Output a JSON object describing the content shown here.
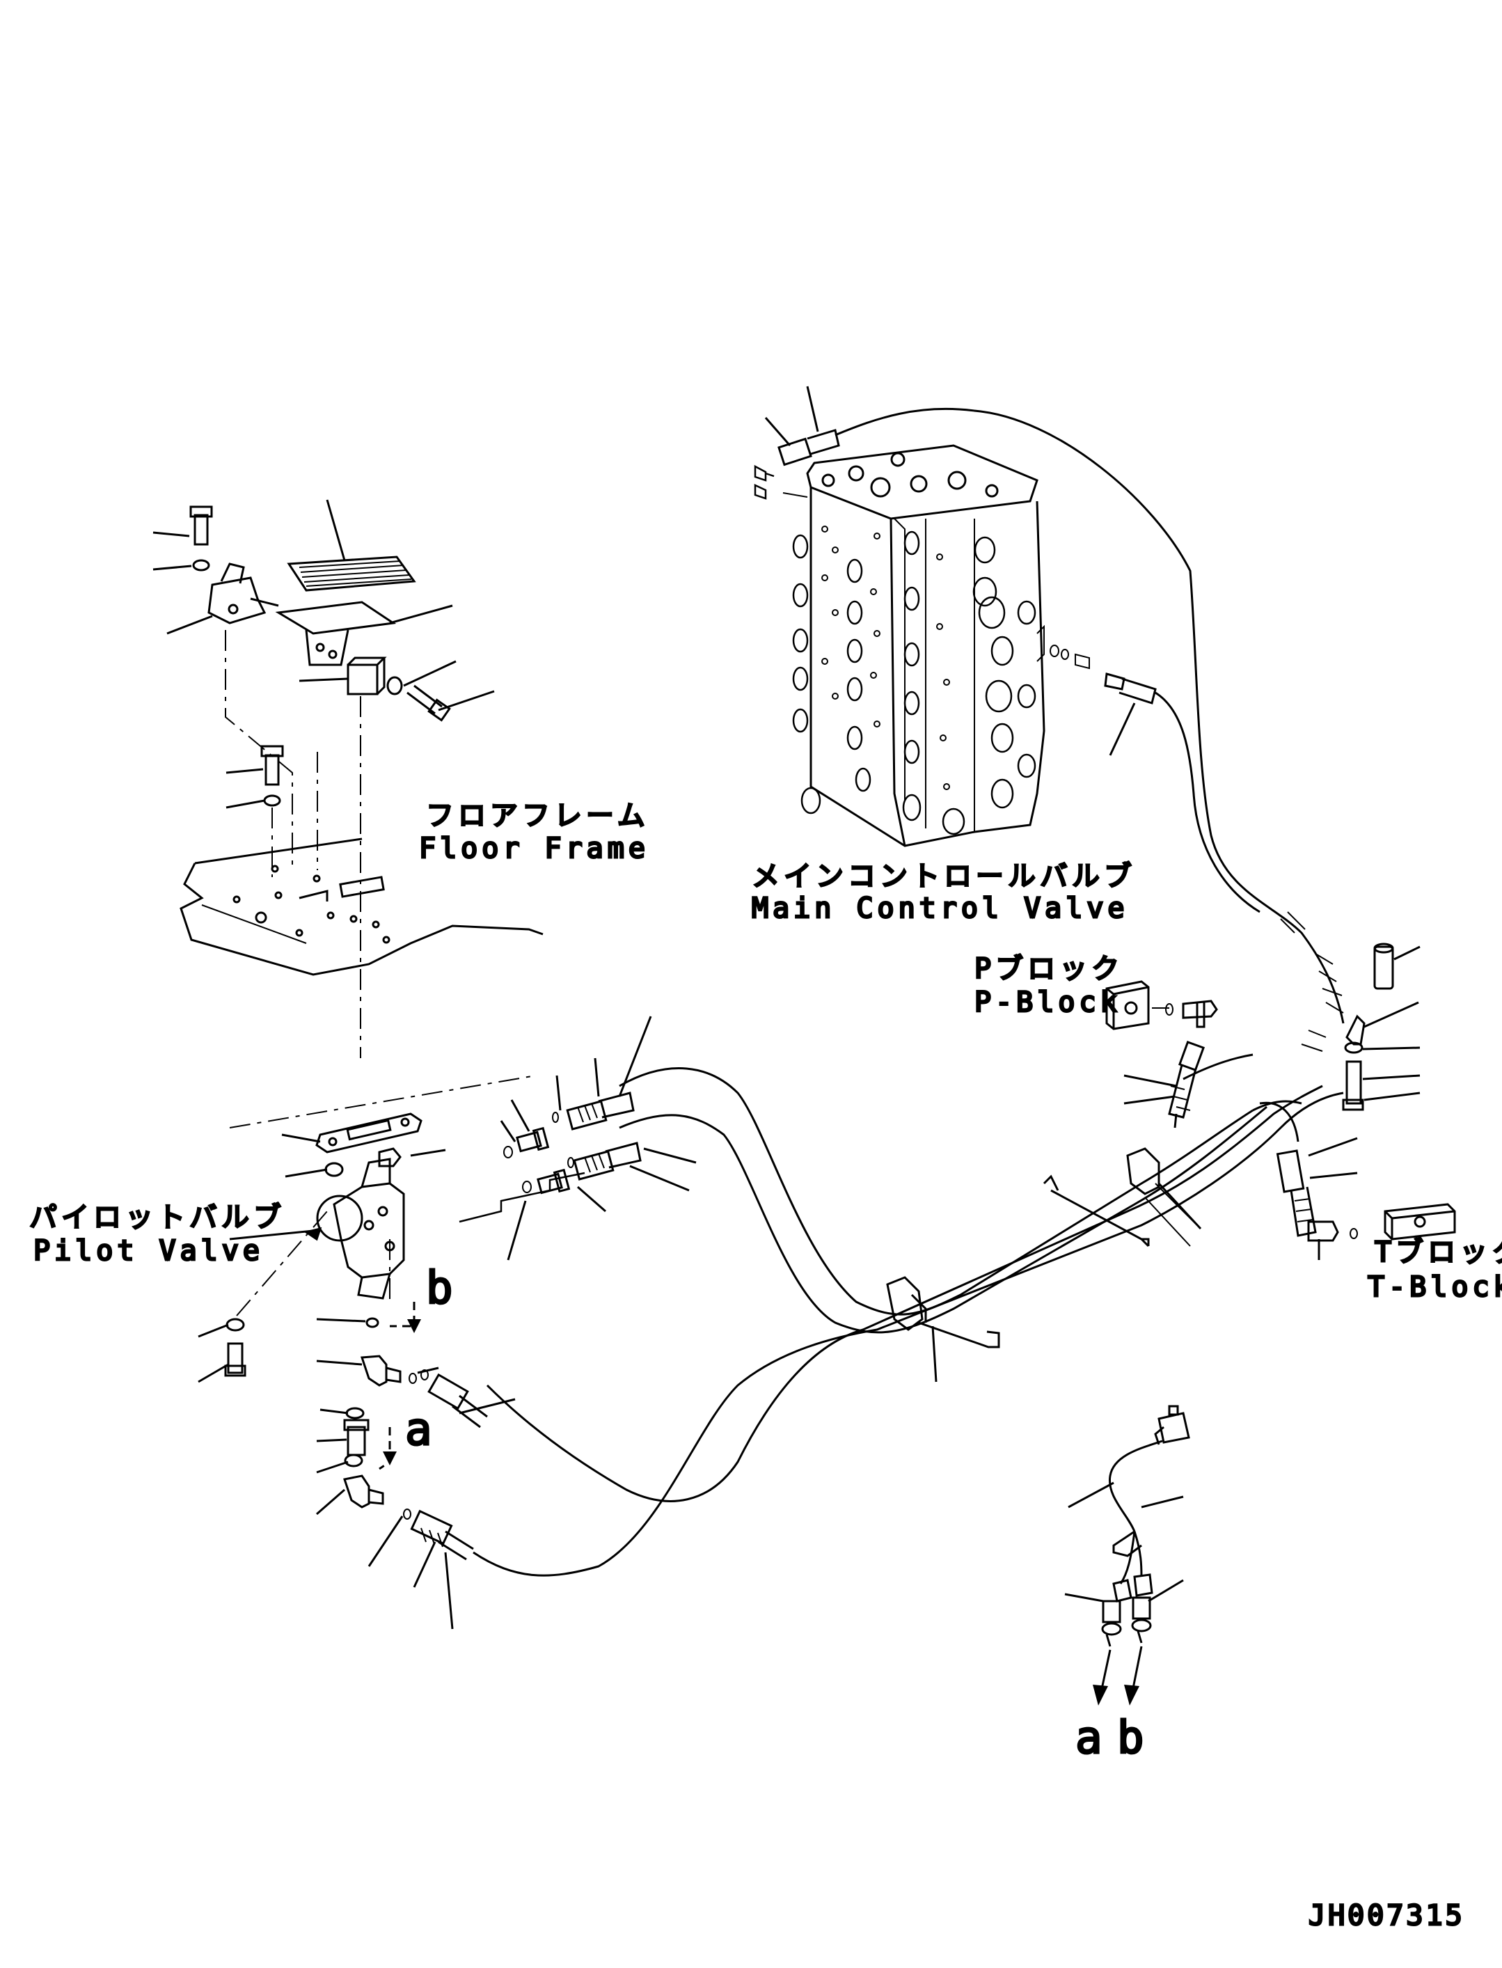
{
  "labels": {
    "floor_frame_jp": "フロアフレーム",
    "floor_frame_en": "Floor Frame",
    "main_control_valve_jp": "メインコントロールバルブ",
    "main_control_valve_en": "Main Control Valve",
    "p_block_jp": "Pブロック",
    "p_block_en": "P-Block",
    "pilot_valve_jp": "パイロットバルブ",
    "pilot_valve_en": "Pilot Valve",
    "t_block_jp": "Tブロック",
    "t_block_en": "T-Block",
    "port_a": "a",
    "port_b": "b",
    "bottom_a": "a",
    "bottom_b": "b",
    "doc_id": "JH007315"
  }
}
